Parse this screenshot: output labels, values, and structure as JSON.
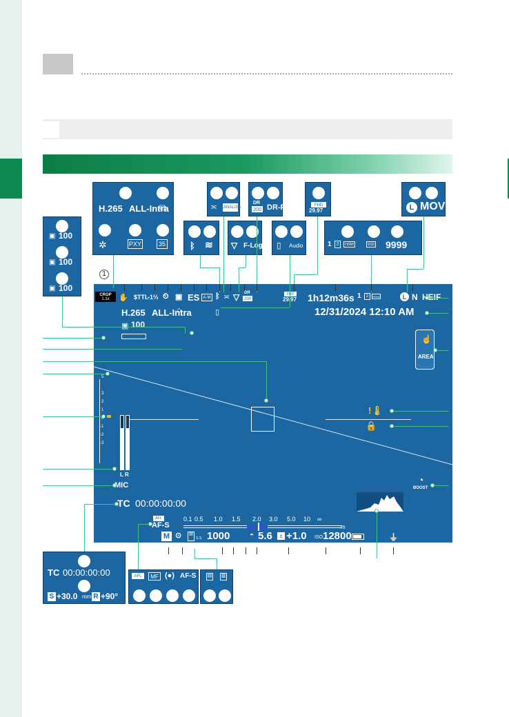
{
  "header": {
    "callout_number": "1"
  },
  "screen": {
    "top_row": {
      "crop_label": "CROP",
      "crop_value": "1.1x",
      "flash_mode": "$TTL",
      "flash_comp": "-1⅔",
      "es": "ES",
      "am": "A·M",
      "bt_icon": "ᛒ",
      "fhd": "FHD",
      "fps": "29.97",
      "remaining_time": "1h12m36s",
      "image_quality": "N",
      "format": "HEIF",
      "dr": "DR",
      "dr_value": "200",
      "size": "L"
    },
    "datetime": "12/31/2024 12:10 AM",
    "codec": "H.265",
    "compression": "ALL-Intra",
    "frame_value": "100",
    "touch_area": "AREA",
    "audio_channels": "L R",
    "mic_label": "MIC",
    "exposure_scale": [
      "3",
      "2",
      "1",
      "0",
      "-1",
      "-2",
      "-3"
    ],
    "timecode_label": "TC",
    "timecode": "00:00:00:00",
    "boost_label": "BOOST",
    "afl": "AFL",
    "focus_mode": "AF-S",
    "distance_scale": [
      "0.1",
      "0.5",
      "1.0",
      "1.5",
      "2.0",
      "3.0",
      "5.0",
      "10",
      "∞"
    ],
    "distance_unit": "m",
    "bottom_row": {
      "mode": "M",
      "ss_label": "S.S.",
      "shutter": "1000",
      "aperture": "5.6",
      "exp_comp": "+1.0",
      "iso_label": "ISO",
      "iso": "12800"
    }
  },
  "callouts": {
    "codec_box": {
      "codec": "H.265",
      "compression": "ALL-Intra",
      "pxy": "PXY",
      "num": "35"
    },
    "bt_wifi": {
      "bt": "ᛒ",
      "wifi": "≋"
    },
    "wind": {
      "label": "ANALOG"
    },
    "film": {
      "flog": "F-Log"
    },
    "dr_box": {
      "dr": "DR",
      "value": "200",
      "drp": "DR-P"
    },
    "fhd_box": {
      "fhd": "FHD",
      "fps": "29.97"
    },
    "phone_box": {
      "label": "Audio"
    },
    "card_box": {
      "hdmi": "HDMI",
      "ssd": "SSD",
      "count": "9999"
    },
    "mov_box": {
      "size": "L",
      "format": "MOV"
    },
    "left_stack": [
      "100",
      "100",
      "100"
    ],
    "tc_box": {
      "label": "TC",
      "timecode": "00:00:00:00",
      "s_val": "+30.0",
      "s_unit": "mm",
      "r_val": "+90°"
    },
    "af_box": {
      "afl": "AFL",
      "mf": "MF",
      "afs": "AF-S"
    }
  }
}
